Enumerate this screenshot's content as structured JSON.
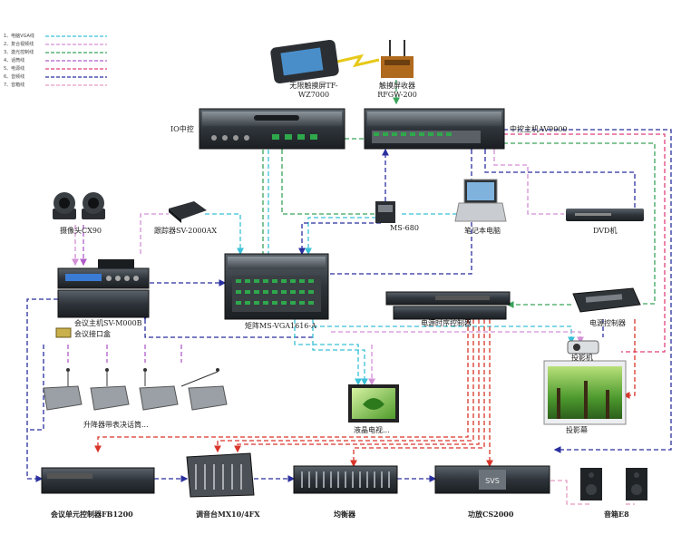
{
  "legend": [
    {
      "label": "1、电脑VGA线",
      "color": "#39c0d6"
    },
    {
      "label": "2、复合视频线",
      "color": "#d38fd6"
    },
    {
      "label": "3、激光控制线",
      "color": "#3aa35a"
    },
    {
      "label": "4、话筒线",
      "color": "#b05cc9"
    },
    {
      "label": "5、电源线",
      "color": "#e0417a"
    },
    {
      "label": "6、音频线",
      "color": "#2a2f9e"
    },
    {
      "label": "7、音箱线",
      "color": "#e69ac0"
    }
  ],
  "devices": {
    "touch_panel": "无限触摸屏TF-WZ7000",
    "touch_receiver": "触摸屏收器RFGW-200",
    "io_control": "IO中控",
    "central_host": "中控主机AV9000",
    "camera": "摄像头CX90",
    "tracker": "跟踪器SV-2000AX",
    "ms680": "MS-680",
    "laptop": "笔记本电脑",
    "dvd": "DVD机",
    "conf_host": "会议主机SV-M000B",
    "matrix": "矩阵MS-VGA1616-A",
    "power_seq": "电源时序控制器",
    "power_ctrl": "电源控制器",
    "conf_box": "会议接口盒",
    "projector": "投影机",
    "mics": "升降器带表决话筒...",
    "lcd_tv": "液晶电视...",
    "screen": "投影幕",
    "conf_unit": "会议单元控制器FB1200",
    "mixer": "调音台MX10/4FX",
    "equalizer": "均衡器",
    "amplifier": "功放CS2000",
    "speaker": "音箱E8"
  }
}
